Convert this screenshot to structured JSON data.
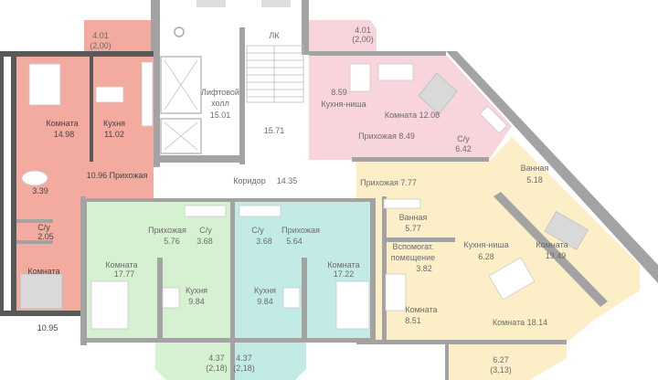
{
  "colors": {
    "apt_salmon": "#f3ab9f",
    "apt_pink": "#f8d4dc",
    "apt_yellow": "#fcefc8",
    "apt_green": "#d6f1d1",
    "apt_teal": "#c3ebe5",
    "wall": "#a3a3a3",
    "outer_wall": "#595959"
  },
  "core": {
    "stair_label": "ЛК",
    "lift_hall_line1": "Лифтовой",
    "lift_hall_line2": "холл",
    "lift_hall_area": "15.01",
    "stair_area": "15.71",
    "corridor": "Коридор",
    "corridor_area": "14.35"
  },
  "apt_salmon": {
    "balcony_area": "4.01",
    "balcony_area_reduced": "(2,00)",
    "room1_name": "Комната",
    "room1_area": "14.98",
    "kitchen_name": "Кухня",
    "kitchen_area": "11.02",
    "hall": "10.96 Прихожая",
    "bath_area": "3.39",
    "wc_name": "С/у",
    "wc_area": "2.05",
    "room2_name": "Комната",
    "room2_area": "10.95"
  },
  "apt_pink": {
    "balcony_area": "4.01",
    "balcony_area_reduced": "(2,00)",
    "kitchen_area": "8.59",
    "kitchen_name": "Кухня-ниша",
    "room": "Комната 12.08",
    "hall": "Прихожая  8.49",
    "wc_name": "С/у",
    "wc_area": "6.42"
  },
  "apt_yellow": {
    "hall": "Прихожая   7.77",
    "bath1_name": "Ванная",
    "bath1_area": "5.77",
    "bath2_name": "Ванная",
    "bath2_area": "5.18",
    "aux_line1": "Вспомогат.",
    "aux_line2": "помещение",
    "aux_area": "3.82",
    "kitchen_name": "Кухня-ниша",
    "kitchen_area": "6.28",
    "room_big_name": "Комната",
    "room_big_area": "19.49",
    "room_small_name": "Комната",
    "room_small_area": "8.51",
    "room_living": "Комната   18.14",
    "balcony_area": "6.27",
    "balcony_area_reduced": "(3,13)"
  },
  "apt_green": {
    "hall_name": "Прихожая",
    "hall_area": "5.76",
    "wc_name": "С/у",
    "wc_area": "3.68",
    "room_name": "Комната",
    "room_area": "17.77",
    "kitchen_name": "Кухня",
    "kitchen_area": "9.84",
    "balcony_area": "4.37",
    "balcony_area_reduced": "(2,18)"
  },
  "apt_teal": {
    "wc_name": "С/у",
    "wc_area": "3.68",
    "hall_name": "Прихожая",
    "hall_area": "5.64",
    "room_name": "Комната",
    "room_area": "17.22",
    "kitchen_name": "Кухня",
    "kitchen_area": "9.84",
    "balcony_area": "4.37",
    "balcony_area_reduced": "(2,18)"
  }
}
